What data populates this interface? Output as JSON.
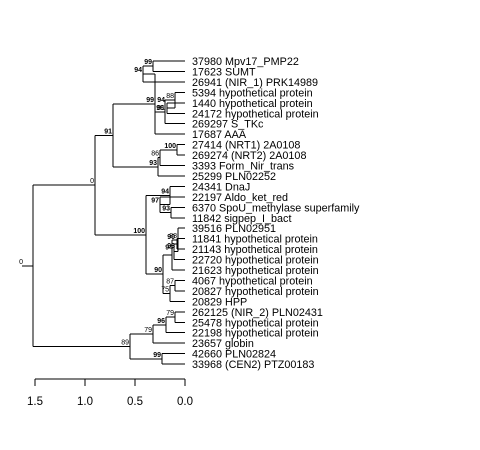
{
  "tree": {
    "leaves": [
      "37980 Mpv17_PMP22",
      "17623 SUMT",
      "26941 (NIR_1) PRK14989",
      "5394 hypothetical protein",
      "1440 hypothetical protein",
      "24172 hypothetical protein",
      "269297 S_TKc",
      "17687 AAA",
      "27414 (NRT1) 2A0108",
      "269274 (NRT2) 2A0108",
      "3393 Form_Nir_trans",
      "25299 PLN02252",
      "24341 DnaJ",
      "22197 Aldo_ket_red",
      "6370 SpoU_methylase superfamily",
      "11842 sigpep_I_bact",
      "39516 PLN02951",
      "11841 hypothetical protein",
      "21143 hypothetical protein",
      "22720 hypothetical protein",
      "21623 hypothetical protein",
      "4067 hypothetical protein",
      "20827 hypothetical protein",
      "20829 HPP",
      "262125 (NIR_2) PLN02431",
      "25478 hypothetical protein",
      "22198 hypothetical protein",
      "23657 globin",
      "42660 PLN02824",
      "33968 (CEN2) PTZ00183"
    ],
    "bootstrap": {
      "root": "0",
      "upper": "0",
      "c91": "91",
      "c99a": "99",
      "c94a": "94",
      "c99b": "99",
      "c88a": "88",
      "c81": "81",
      "c94b": "94",
      "c96a": "96",
      "c93a": "93",
      "c86": "86",
      "c100a": "100",
      "c100b": "100",
      "c97": "97",
      "c94c": "94",
      "c93b": "93",
      "c90a": "90",
      "c88b": "88",
      "c90b": "90",
      "c93c": "93",
      "c94d": "94",
      "c87": "87",
      "c75": "75",
      "c89": "89",
      "c79a": "79",
      "c96b": "96",
      "c79b": "79",
      "c99c": "99"
    },
    "bold_labels": [
      "c91",
      "c99a",
      "c94a",
      "c99b",
      "c94b",
      "c96a",
      "c93a",
      "c100a",
      "c100b",
      "c97",
      "c94c",
      "c93b",
      "c90a",
      "c90b",
      "c93c",
      "c94d",
      "c96b",
      "c99c"
    ],
    "axis": {
      "ticks": [
        "1.5",
        "1.0",
        "0.5",
        "0.0"
      ]
    }
  }
}
